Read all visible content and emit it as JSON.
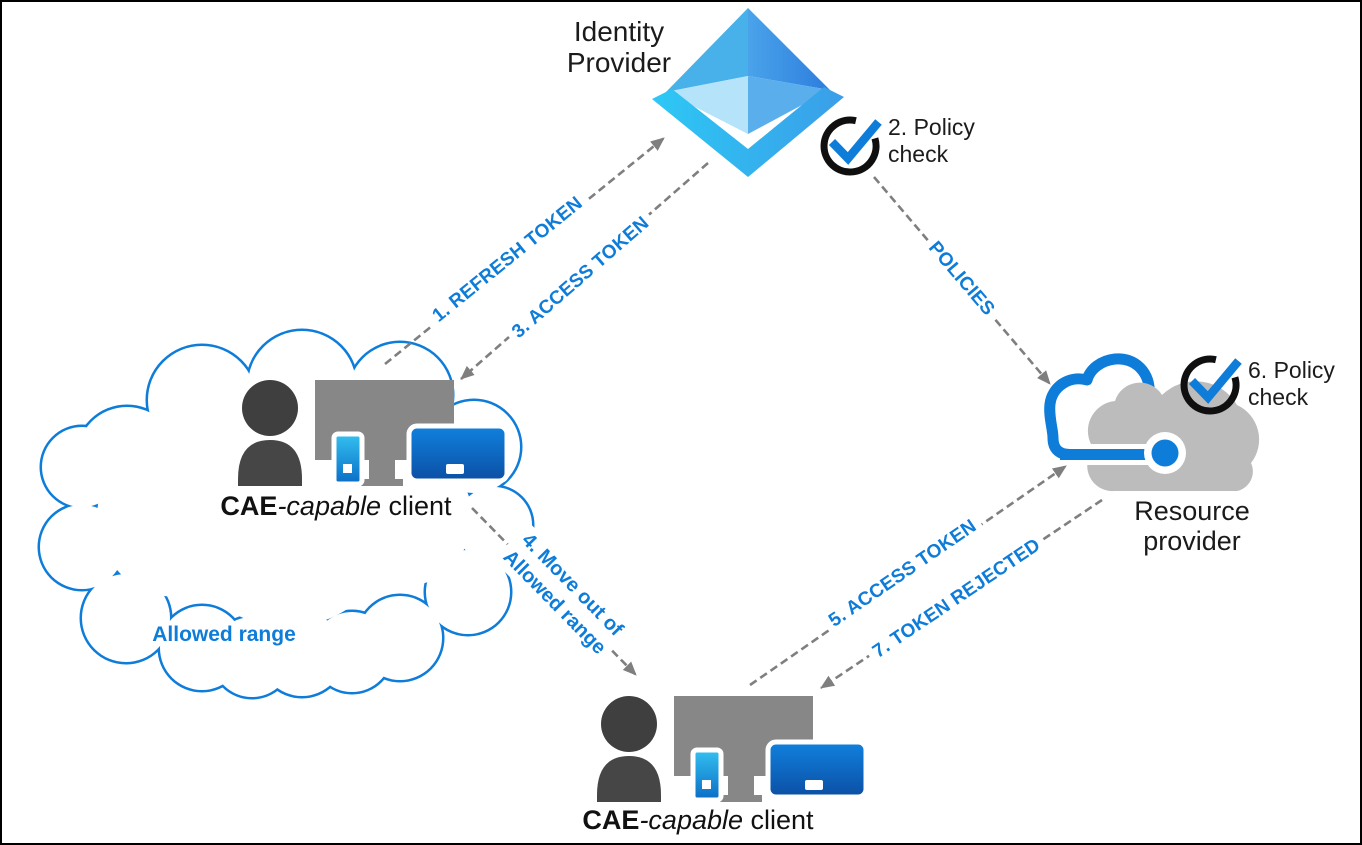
{
  "nodes": {
    "identity_provider": {
      "line1": "Identity",
      "line2": "Provider"
    },
    "resource_provider": {
      "line1": "Resource",
      "line2": "provider"
    },
    "client_left": {
      "acronym": "CAE",
      "capable": "-capable",
      "rest": " client"
    },
    "client_bottom": {
      "acronym": "CAE",
      "capable": "-capable",
      "rest": " client"
    },
    "allowed_range_cloud": {
      "label": "Allowed range"
    }
  },
  "policy_checks": {
    "idp": {
      "line1": "2. Policy",
      "line2": "check"
    },
    "rp": {
      "line1": "6. Policy",
      "line2": "check"
    }
  },
  "flows": {
    "refresh_token": "1. REFRESH TOKEN",
    "access_token_idp": "3. ACCESS TOKEN",
    "policies": "POLICIES",
    "move_out": {
      "line1": "4. Move out of",
      "line2": "Allowed range"
    },
    "access_token_rp": "5. ACCESS TOKEN",
    "token_rejected": "7. TOKEN REJECTED"
  },
  "colors": {
    "accent_blue": "#0e7cd9",
    "arrow_gray": "#7f7f7f",
    "device_gray": "#878787",
    "person_gray": "#3f3f3f",
    "resource_cloud_gray": "#bcbcbc",
    "policy_ring_black": "#0f0f0f",
    "pyramid_upper_left": "#49b1e9",
    "pyramid_upper_right": "#3487e3",
    "pyramid_lower_left": "#b4e3fa",
    "pyramid_lower_right": "#5aaeec",
    "pyramid_base_cyan": "#2dc8f5"
  }
}
